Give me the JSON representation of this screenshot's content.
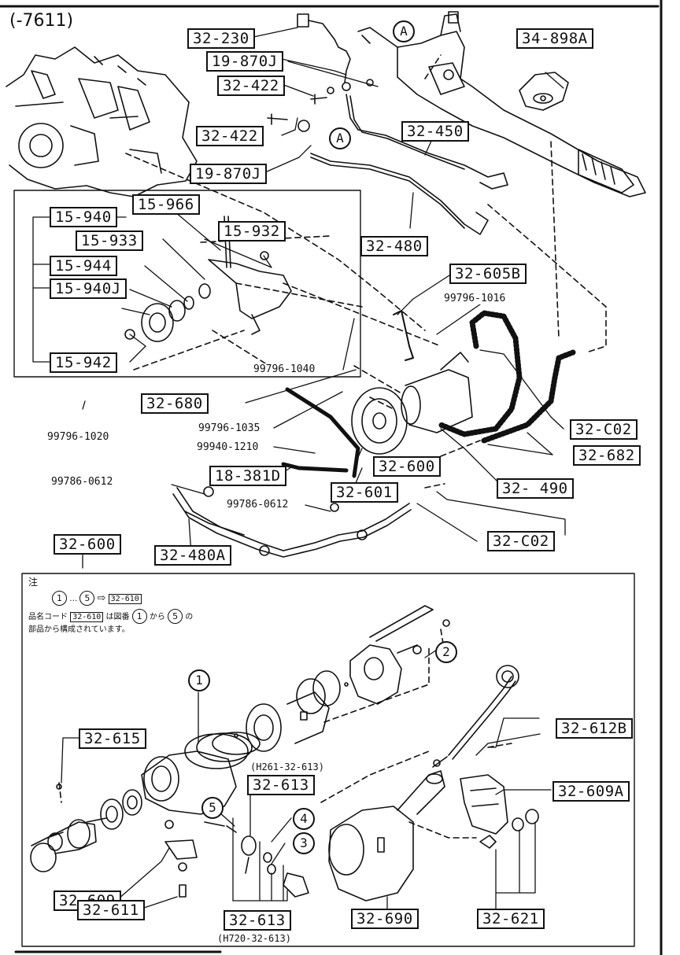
{
  "header": {
    "model_range": "(-7611)"
  },
  "callouts": {
    "p32_230": "32-230",
    "p19_870J_a": "19-870J",
    "p32_422_a": "32-422",
    "p32_422_b": "32-422",
    "p19_870J_b": "19-870J",
    "p34_898A": "34-898A",
    "p32_450": "32-450",
    "p15_966": "15-966",
    "p15_940": "15-940",
    "p15_933": "15-933",
    "p15_932": "15-932",
    "p15_944": "15-944",
    "p15_940J": "15-940J",
    "p15_942": "15-942",
    "p32_480": "32-480",
    "p32_605B": "32-605B",
    "p32_680": "32-680",
    "p32_C02_a": "32-C02",
    "p32_682": "32-682",
    "p32_600_a": "32-600",
    "p18_381D": "18-381D",
    "p32_601": "32-601",
    "p32_490": "32- 490",
    "p32_480A": "32-480A",
    "p32_C02_b": "32-C02",
    "p32_600_b": "32-600",
    "p32_615": "32-615",
    "p32_613_a": "32-613",
    "p32_612B": "32-612B",
    "p32_609A": "32-609A",
    "p32_609": "32-609",
    "p32_611": "32-611",
    "p32_613_b": "32-613",
    "p32_690": "32-690",
    "p32_621": "32-621"
  },
  "bolt_codes": {
    "b99796_1016": "99796-1016",
    "b99796_1040": "99796-1040",
    "b99796_1020": "99796-1020",
    "b99796_1035": "99796-1035",
    "b99940_1210": "99940-1210",
    "b99786_0612_a": "99786-0612",
    "b99786_0612_b": "99786-0612"
  },
  "ref_marks": {
    "a1": "A",
    "a2": "A",
    "c1": "1",
    "c2": "2",
    "c3": "3",
    "c4": "4",
    "c5": "5"
  },
  "notes": {
    "title": "注",
    "line1_c1": "1",
    "line1_dots": "…",
    "line1_c5": "5",
    "line1_arrow": "⇨",
    "line1_code": "32-610",
    "line2_a": "品名コード",
    "line2_code": "32-610",
    "line2_b": "は図番",
    "line2_c1": "1",
    "line2_c": "から",
    "line2_c5": "5",
    "line2_d": "の",
    "line3": "部品から構成されています。",
    "h261": "(H261-32-613)",
    "h720": "(H720-32-613)"
  }
}
